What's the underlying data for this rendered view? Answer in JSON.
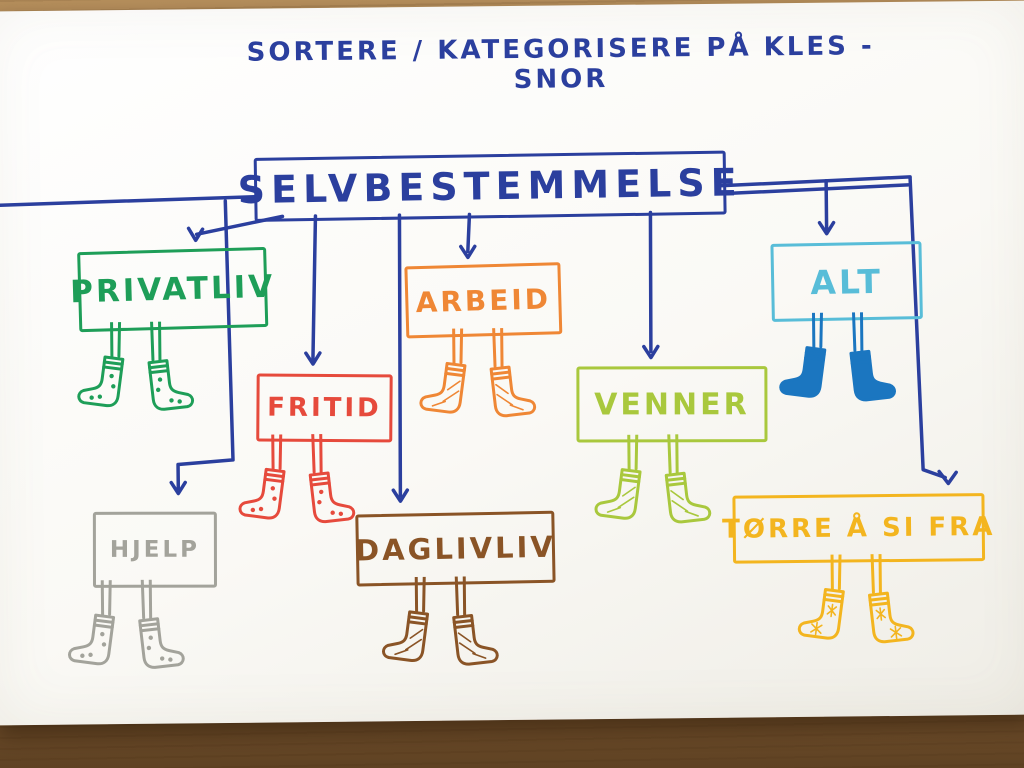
{
  "title": "SORTERE / KATEGORISERE PÅ KLES - SNOR",
  "root": {
    "label": "SELVBESTEMMELSE"
  },
  "nodes": [
    {
      "id": "privatliv",
      "label": "PRIVATLIV",
      "color": "#1e9e58",
      "sock_color": "#1e9e58",
      "pattern": "dots"
    },
    {
      "id": "fritid",
      "label": "FRITID",
      "color": "#e64a3c",
      "sock_color": "#e64a3c",
      "pattern": "dots"
    },
    {
      "id": "arbeid",
      "label": "ARBEID",
      "color": "#ef8735",
      "sock_color": "#ef8735",
      "pattern": "hatch"
    },
    {
      "id": "venner",
      "label": "VENNER",
      "color": "#a9c83d",
      "sock_color": "#a9c83d",
      "pattern": "hatch"
    },
    {
      "id": "alt",
      "label": "ALT",
      "color": "#58bdd8",
      "sock_color": "#1b76c0",
      "pattern": "solid"
    },
    {
      "id": "hjelp",
      "label": "HJELP",
      "color": "#a3a39b",
      "sock_color": "#a3a39b",
      "pattern": "dots"
    },
    {
      "id": "daglivliv",
      "label": "DAGLIVLIV",
      "color": "#8a5426",
      "sock_color": "#8a5426",
      "pattern": "hatch"
    },
    {
      "id": "torre",
      "label": "TØRRE Å SI FRA",
      "color": "#f3b51f",
      "sock_color": "#f3b51f",
      "pattern": "stars"
    }
  ],
  "colors": {
    "line": "#2b3f9e",
    "title": "#2b3f9e",
    "root": "#2b3f9e",
    "paper": "#faf9f5",
    "wood": "#a27a48"
  }
}
